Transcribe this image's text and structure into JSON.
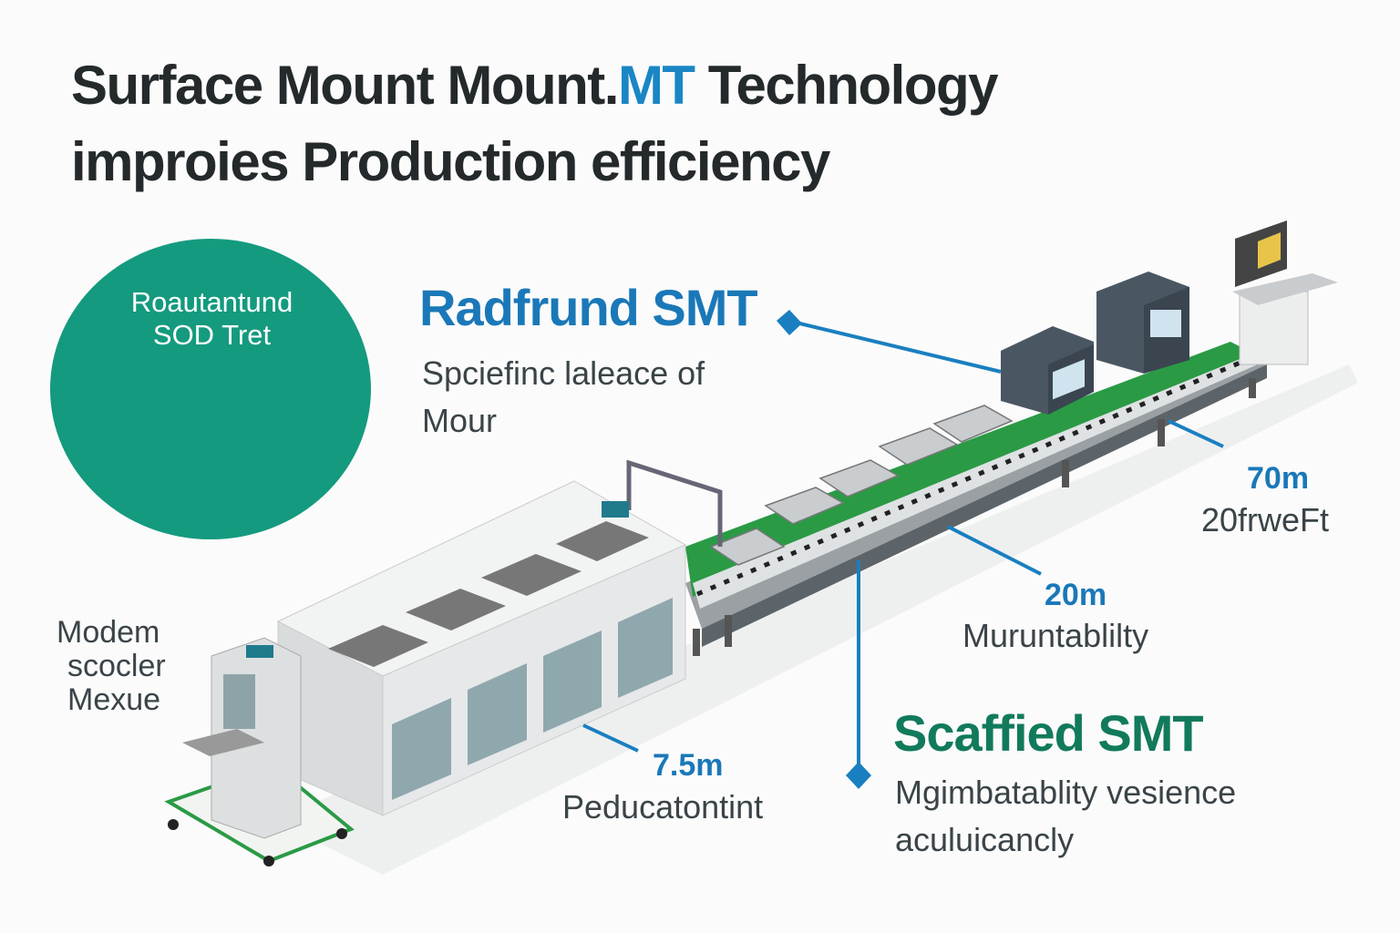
{
  "title": {
    "line1_part1": "Surface Mount Mount.",
    "line1_accent": "MT",
    "line1_part2": " Technology",
    "line2": "improies Production efficiency"
  },
  "circle_badge": {
    "line1": "Roautantund",
    "line2": "SOD Tret"
  },
  "callouts": {
    "radfrund": {
      "heading": "Radfrund SMT",
      "line1": "Spciefinc laleace of",
      "line2": "Mour"
    },
    "seventy": {
      "measure": "70m",
      "label": "20frweFt"
    },
    "twenty": {
      "measure": "20m",
      "label": "Muruntablilty"
    },
    "scaffied": {
      "heading": "Scaffied SMT",
      "line1": "Mgimbatablity vesience",
      "line2": "aculuicancly"
    },
    "seven_five": {
      "measure": "7.5m",
      "label": "Peducatontint"
    },
    "modem": {
      "line1": "Modem",
      "line2": "scocler",
      "line3": "Mexue"
    }
  },
  "colors": {
    "accent_blue": "#1a78b8",
    "teal": "#149a7e",
    "belt_green": "#2a9a45",
    "text_dark": "#24292b"
  }
}
